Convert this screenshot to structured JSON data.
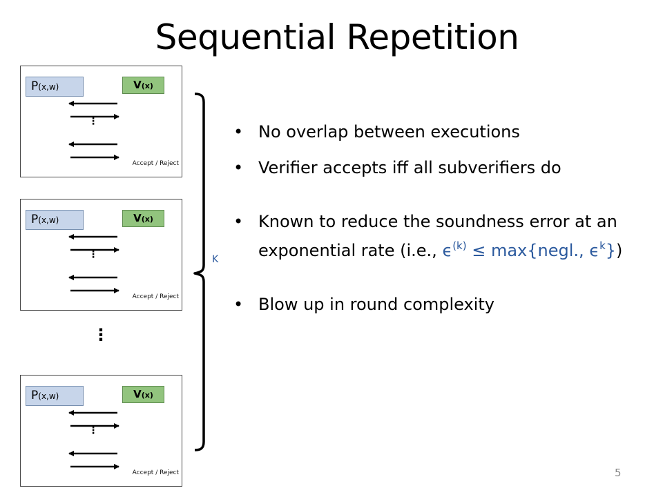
{
  "title": "Sequential Repetition",
  "executions": [
    {
      "prover": "P",
      "prover_sub": "(x,w)",
      "verifier": "V",
      "verifier_sub": "(x)",
      "ellipsis": "⋮",
      "result": "Accept / Reject"
    },
    {
      "prover": "P",
      "prover_sub": "(x,w)",
      "verifier": "V",
      "verifier_sub": "(x)",
      "ellipsis": "⋮",
      "result": "Accept / Reject"
    },
    {
      "prover": "P",
      "prover_sub": "(x,w)",
      "verifier": "V",
      "verifier_sub": "(x)",
      "ellipsis": "⋮",
      "result": "Accept / Reject"
    }
  ],
  "between_ellipsis": "⋮",
  "brace_label": "K",
  "bullets": {
    "b1": "No overlap between executions",
    "b2": "Verifier accepts iff all subverifiers do",
    "b3_line1": "Known to reduce the soundness error at an",
    "b3_line2_pre": "exponential rate (i.e., ",
    "b3_eps": "ϵ",
    "b3_sup_k1": "(k)",
    "b3_leq": " ≤ ",
    "b3_max": "max{negl., ",
    "b3_eps2": "ϵ",
    "b3_sup_k2": "k",
    "b3_close": "}",
    "b3_line2_post": ")",
    "b4": "Blow up in round complexity"
  },
  "page_number": "5",
  "colors": {
    "prover_fill": "#c7d5ea",
    "verifier_fill": "#92c47e",
    "math_text": "#2c5a9e"
  }
}
